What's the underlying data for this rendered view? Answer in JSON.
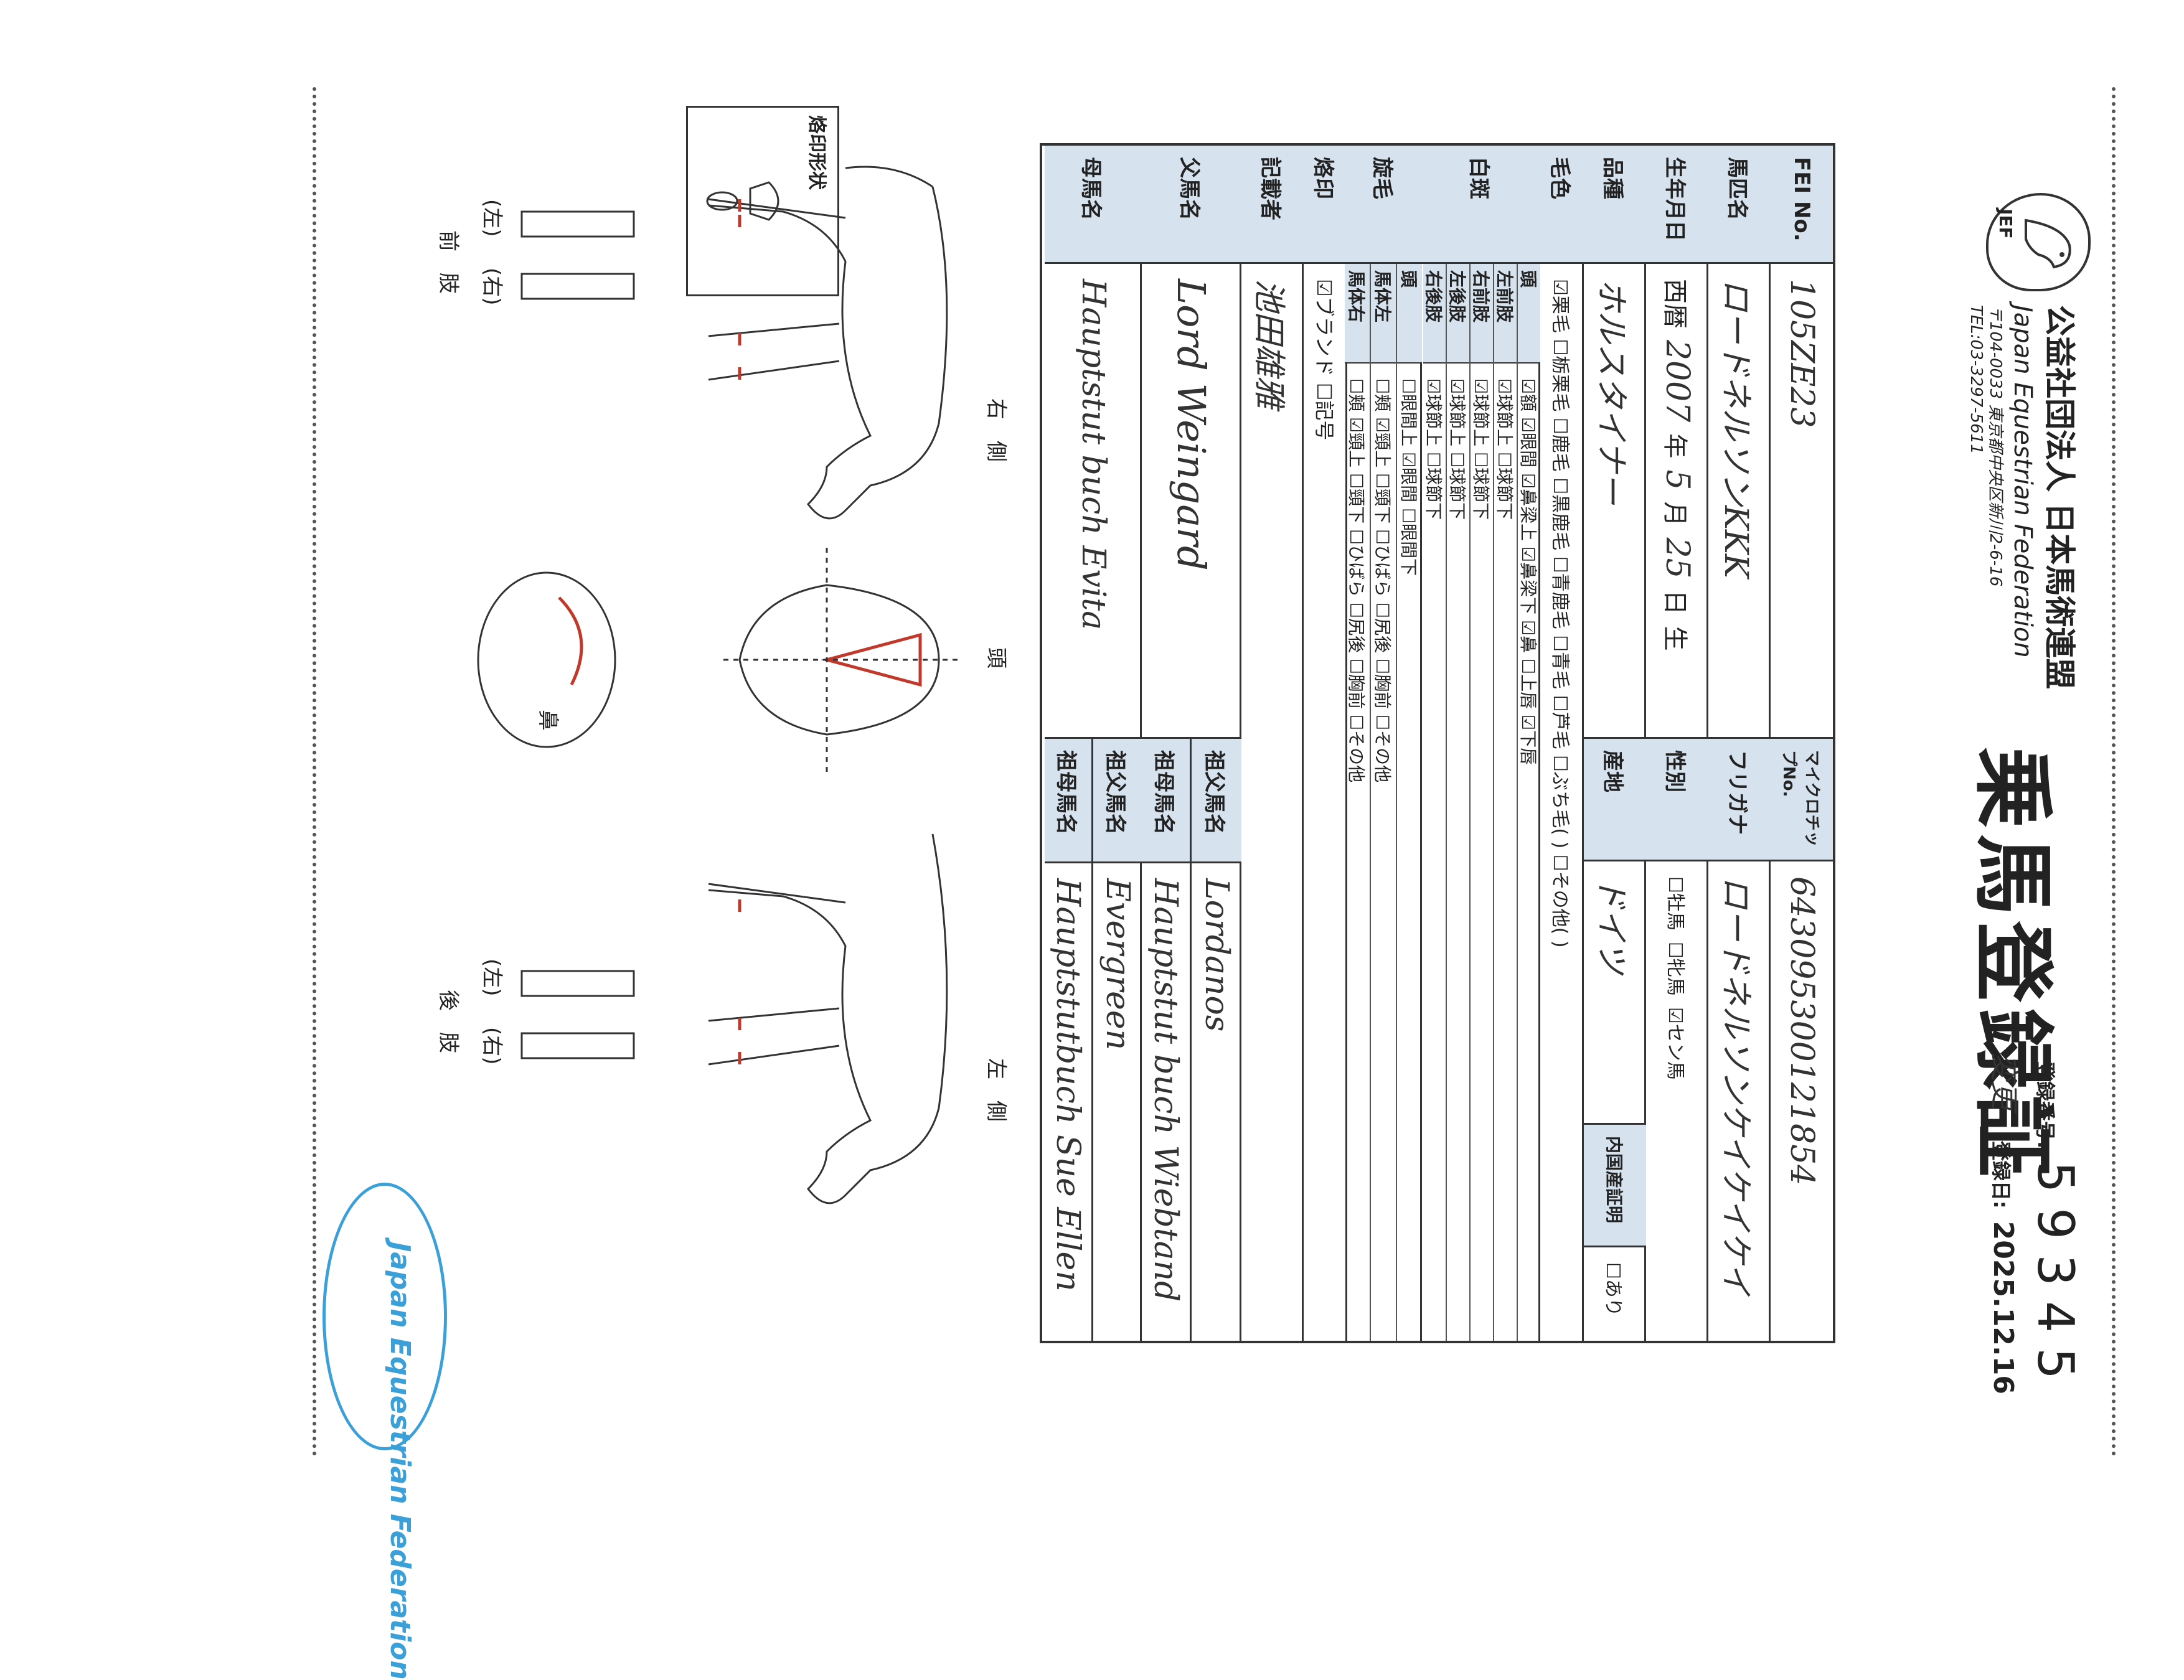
{
  "header": {
    "org_name": "公益社団法人 日本馬術連盟",
    "org_name_en": "Japan Equestrian Federation",
    "address": "〒104-0033 東京都中央区新川2-6-16",
    "tel": "TEL:03-3297-5611",
    "logo_text": "JEF",
    "title": "乗馬登録証",
    "reg_no_label": "登録番号:",
    "reg_no": "59345",
    "change_mark": "変更",
    "reg_date_label": "登録日:",
    "reg_date": "2025.12.16"
  },
  "form": {
    "fei_label": "FEI No.",
    "fei_value": "105ZE23",
    "microchip_label": "マイクロチップNo.",
    "microchip_value": "643095300121854",
    "name_label": "馬匹名",
    "name_value": "ロードネルソンKKK",
    "furigana_label": "フリガナ",
    "furigana_value": "ロードネルソンケイケイケイ",
    "birth_label": "生年月日",
    "birth_era": "西暦",
    "birth_year": "2007",
    "year_unit": "年",
    "birth_month": "5",
    "month_unit": "月",
    "birth_day": "25",
    "day_unit": "日",
    "birth_suffix": "生",
    "sex_label": "性別",
    "sex_options": [
      "☐牡馬",
      "☐牝馬",
      "☑セン馬"
    ],
    "breed_label": "品種",
    "breed_value": "ホルスタイナー",
    "origin_label": "産地",
    "origin_value": "ドイツ",
    "domestic_label": "内国産証明",
    "domestic_option": "☐あり",
    "coat_label": "毛色",
    "coat_options": "☑栗毛 ☐栃栗毛 ☐鹿毛 ☐黒鹿毛 ☐青鹿毛 ☐青毛 ☐芦毛 ☐ぶち毛( ) ☐その他( )",
    "white_label": "白斑",
    "white_rows": [
      {
        "label": "頭",
        "value": "☑額 ☑眼間 ☑鼻梁上 ☑鼻梁下 ☑鼻 ☐上唇 ☑下唇"
      },
      {
        "label": "左前肢",
        "value": "☑球節上 ☐球節下"
      },
      {
        "label": "右前肢",
        "value": "☑球節上 ☐球節下"
      },
      {
        "label": "左後肢",
        "value": "☑球節上 ☐球節下"
      },
      {
        "label": "右後肢",
        "value": "☑球節上 ☐球節下"
      }
    ],
    "whorl_label": "旋毛",
    "whorl_rows": [
      {
        "label": "頭",
        "value": "☐眼間上 ☑眼間 ☐眼間下"
      },
      {
        "label": "馬体左",
        "value": "☐頬 ☑頸上 ☐頸下 ☐ひばら ☐尻後 ☐胸前 ☐その他"
      },
      {
        "label": "馬体右",
        "value": "☐頬 ☑頸上 ☐頸下 ☐ひばら ☐尻後 ☐胸前 ☐その他"
      }
    ],
    "brand_label": "烙印",
    "brand_options": "☑ブランド ☐記号",
    "recorder_label": "記載者",
    "recorder_value": "池田雄雅",
    "sire_label": "父馬名",
    "sire_value": "Lord Weingard",
    "dam_label": "母馬名",
    "dam_value": "Hauptstut buch Evita",
    "gsire1_label": "祖父馬名",
    "gsire1_value": "Lordanos",
    "gdam1_label": "祖母馬名",
    "gdam1_value": "Hauptstut buch Wiebtand",
    "gsire2_label": "祖父馬名",
    "gsire2_value": "Evergreen",
    "gdam2_label": "祖母馬名",
    "gdam2_value": "Hauptstutbuch Sue Ellen"
  },
  "drawings": {
    "mark_box_label": "烙印形状",
    "right_side": "右　側",
    "left_side": "左　側",
    "head": "頭",
    "nose": "鼻",
    "forelimb": "前　肢",
    "hindlimb": "後　肢",
    "left": "(左)",
    "right": "(右)",
    "stamp_text": "Japan Equestrian Federation"
  },
  "colors": {
    "label_bg": "#d6e2ee",
    "marking_red": "#c0392b",
    "stamp_blue": "#3b9fd8"
  }
}
